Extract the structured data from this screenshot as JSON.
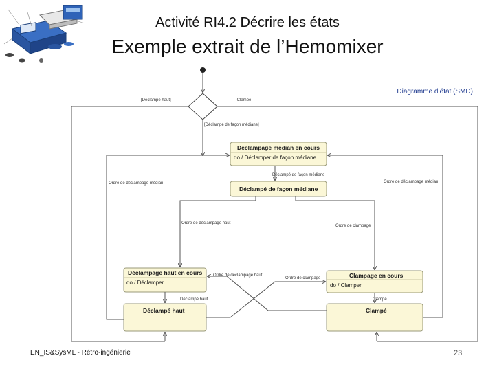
{
  "slide": {
    "title": "Activité RI4.2 Décrire les états",
    "subtitle": "Exemple extrait de l’Hemomixer",
    "diagram_label": "Diagramme d’état (SMD)",
    "footer": "EN_IS&SysML - Rétro-ingénierie",
    "page_number": "23"
  },
  "states": {
    "declampage_median": {
      "name": "Déclampage médian en cours",
      "activity": "do / Déclamper de façon médiane"
    },
    "declampe_median": {
      "name": "Déclampé de façon médiane"
    },
    "declampage_haut": {
      "name": "Déclampage haut en cours",
      "activity": "do / Déclamper"
    },
    "declampe_haut": {
      "name": "Déclampé haut"
    },
    "clampage": {
      "name": "Clampage en cours",
      "activity": "do / Clamper"
    },
    "clampe": {
      "name": "Clampé"
    }
  },
  "transitions": {
    "guard_declampe_haut": "[Déclampé haut]",
    "guard_clampe": "[Clampé]",
    "guard_declampe_median": "[Déclampé de façon médiane]",
    "declampe_facon_mediane": "Déclampé de façon médiane",
    "ordre_declampage_median_left": "Ordre de déclampage médian",
    "ordre_declampage_median_right": "Ordre de déclampage médian",
    "ordre_declampage_haut_top": "Ordre de déclampage haut",
    "ordre_clampage_top": "Ordre de clampage",
    "ordre_declampage_haut_cross": "Ordre de déclampage haut",
    "ordre_clampage_cross": "Ordre de clampage",
    "declampe_haut_evt": "Déclampé haut",
    "clampe_evt": "Clampé"
  },
  "colors": {
    "state_fill": "#fbf7d7",
    "state_border": "#9a9a7a",
    "label_blue": "#1f3a8f",
    "device_blue": "#2f63b8"
  },
  "icons": [
    "hemomixer-device-illustration"
  ]
}
